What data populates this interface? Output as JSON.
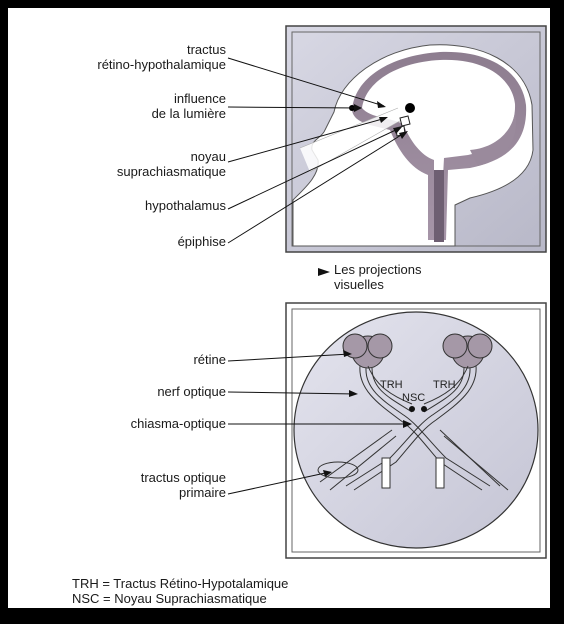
{
  "top_panel": {
    "labels": {
      "tractus": [
        "tractus",
        "rétino-hypothalamique"
      ],
      "influence": [
        "influence",
        "de la lumière"
      ],
      "noyau": [
        "noyau",
        "suprachiasmatique"
      ],
      "hypothalamus": "hypothalamus",
      "epiphise": "épiphise"
    },
    "caption": [
      "Les projections",
      "visuelles"
    ]
  },
  "bottom_panel": {
    "labels": {
      "retine": "rétine",
      "nerf": "nerf optique",
      "chiasma": "chiasma-optique",
      "tractus_optique": [
        "tractus optique",
        "primaire"
      ]
    },
    "inner": {
      "trh_left": "TRH",
      "trh_right": "TRH",
      "nsc": "NSC"
    }
  },
  "legend": [
    "TRH = Tractus Rétino-Hypotalamique",
    "NSC = Noyau Suprachiasmatique"
  ]
}
